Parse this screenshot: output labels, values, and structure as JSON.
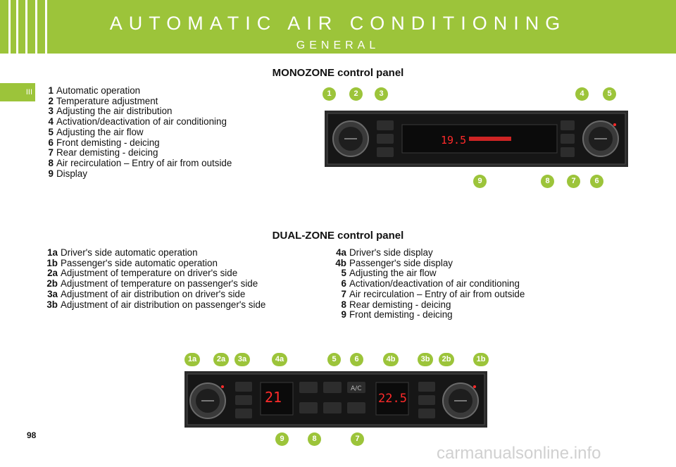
{
  "header": {
    "title": "AUTOMATIC AIR CONDITIONING",
    "subtitle": "GENERAL"
  },
  "section_tab": "III",
  "page_number": "98",
  "footer_url": "carmanualsonline.info",
  "mono": {
    "heading": "MONOZONE control panel",
    "items": [
      {
        "num": "1",
        "text": "Automatic operation"
      },
      {
        "num": "2",
        "text": "Temperature adjustment"
      },
      {
        "num": "3",
        "text": "Adjusting the air distribution"
      },
      {
        "num": "4",
        "text": "Activation/deactivation of air conditioning"
      },
      {
        "num": "5",
        "text": "Adjusting the air flow"
      },
      {
        "num": "6",
        "text": "Front demisting - deicing"
      },
      {
        "num": "7",
        "text": "Rear demisting - deicing"
      },
      {
        "num": "8",
        "text": "Air recirculation – Entry of air from outside"
      },
      {
        "num": "9",
        "text": "Display"
      }
    ],
    "display_temp": "19.5",
    "callouts_top": [
      "1",
      "2",
      "3",
      "4",
      "5"
    ],
    "callouts_bottom": [
      "9",
      "8",
      "7",
      "6"
    ]
  },
  "dual": {
    "heading": "DUAL-ZONE control panel",
    "items_left": [
      {
        "num": "1a",
        "text": "Driver's side automatic operation"
      },
      {
        "num": "1b",
        "text": "Passenger's side automatic operation"
      },
      {
        "num": "2a",
        "text": "Adjustment of temperature on driver's side"
      },
      {
        "num": "2b",
        "text": "Adjustment of temperature on passenger's side"
      },
      {
        "num": "3a",
        "text": "Adjustment of air distribution on driver's side"
      },
      {
        "num": "3b",
        "text": "Adjustment of air distribution on passenger's side"
      }
    ],
    "items_right": [
      {
        "num": "4a",
        "text": "Driver's side display"
      },
      {
        "num": "4b",
        "text": "Passenger's side display"
      },
      {
        "num": "5",
        "text": "Adjusting the air flow"
      },
      {
        "num": "6",
        "text": "Activation/deactivation of air conditioning"
      },
      {
        "num": "7",
        "text": "Air recirculation – Entry of air from outside"
      },
      {
        "num": "8",
        "text": "Rear demisting - deicing"
      },
      {
        "num": "9",
        "text": "Front demisting - deicing"
      }
    ],
    "display_left": "21",
    "display_right": "22.5",
    "ac_label": "A/C",
    "callouts_top": [
      "1a",
      "2a",
      "3a",
      "4a",
      "5",
      "6",
      "4b",
      "3b",
      "2b",
      "1b"
    ],
    "callouts_bottom": [
      "9",
      "8",
      "7"
    ]
  },
  "colors": {
    "accent": "#9cc43a",
    "display_red": "#ff2a2a",
    "panel_dark": "#1c1c1c"
  }
}
